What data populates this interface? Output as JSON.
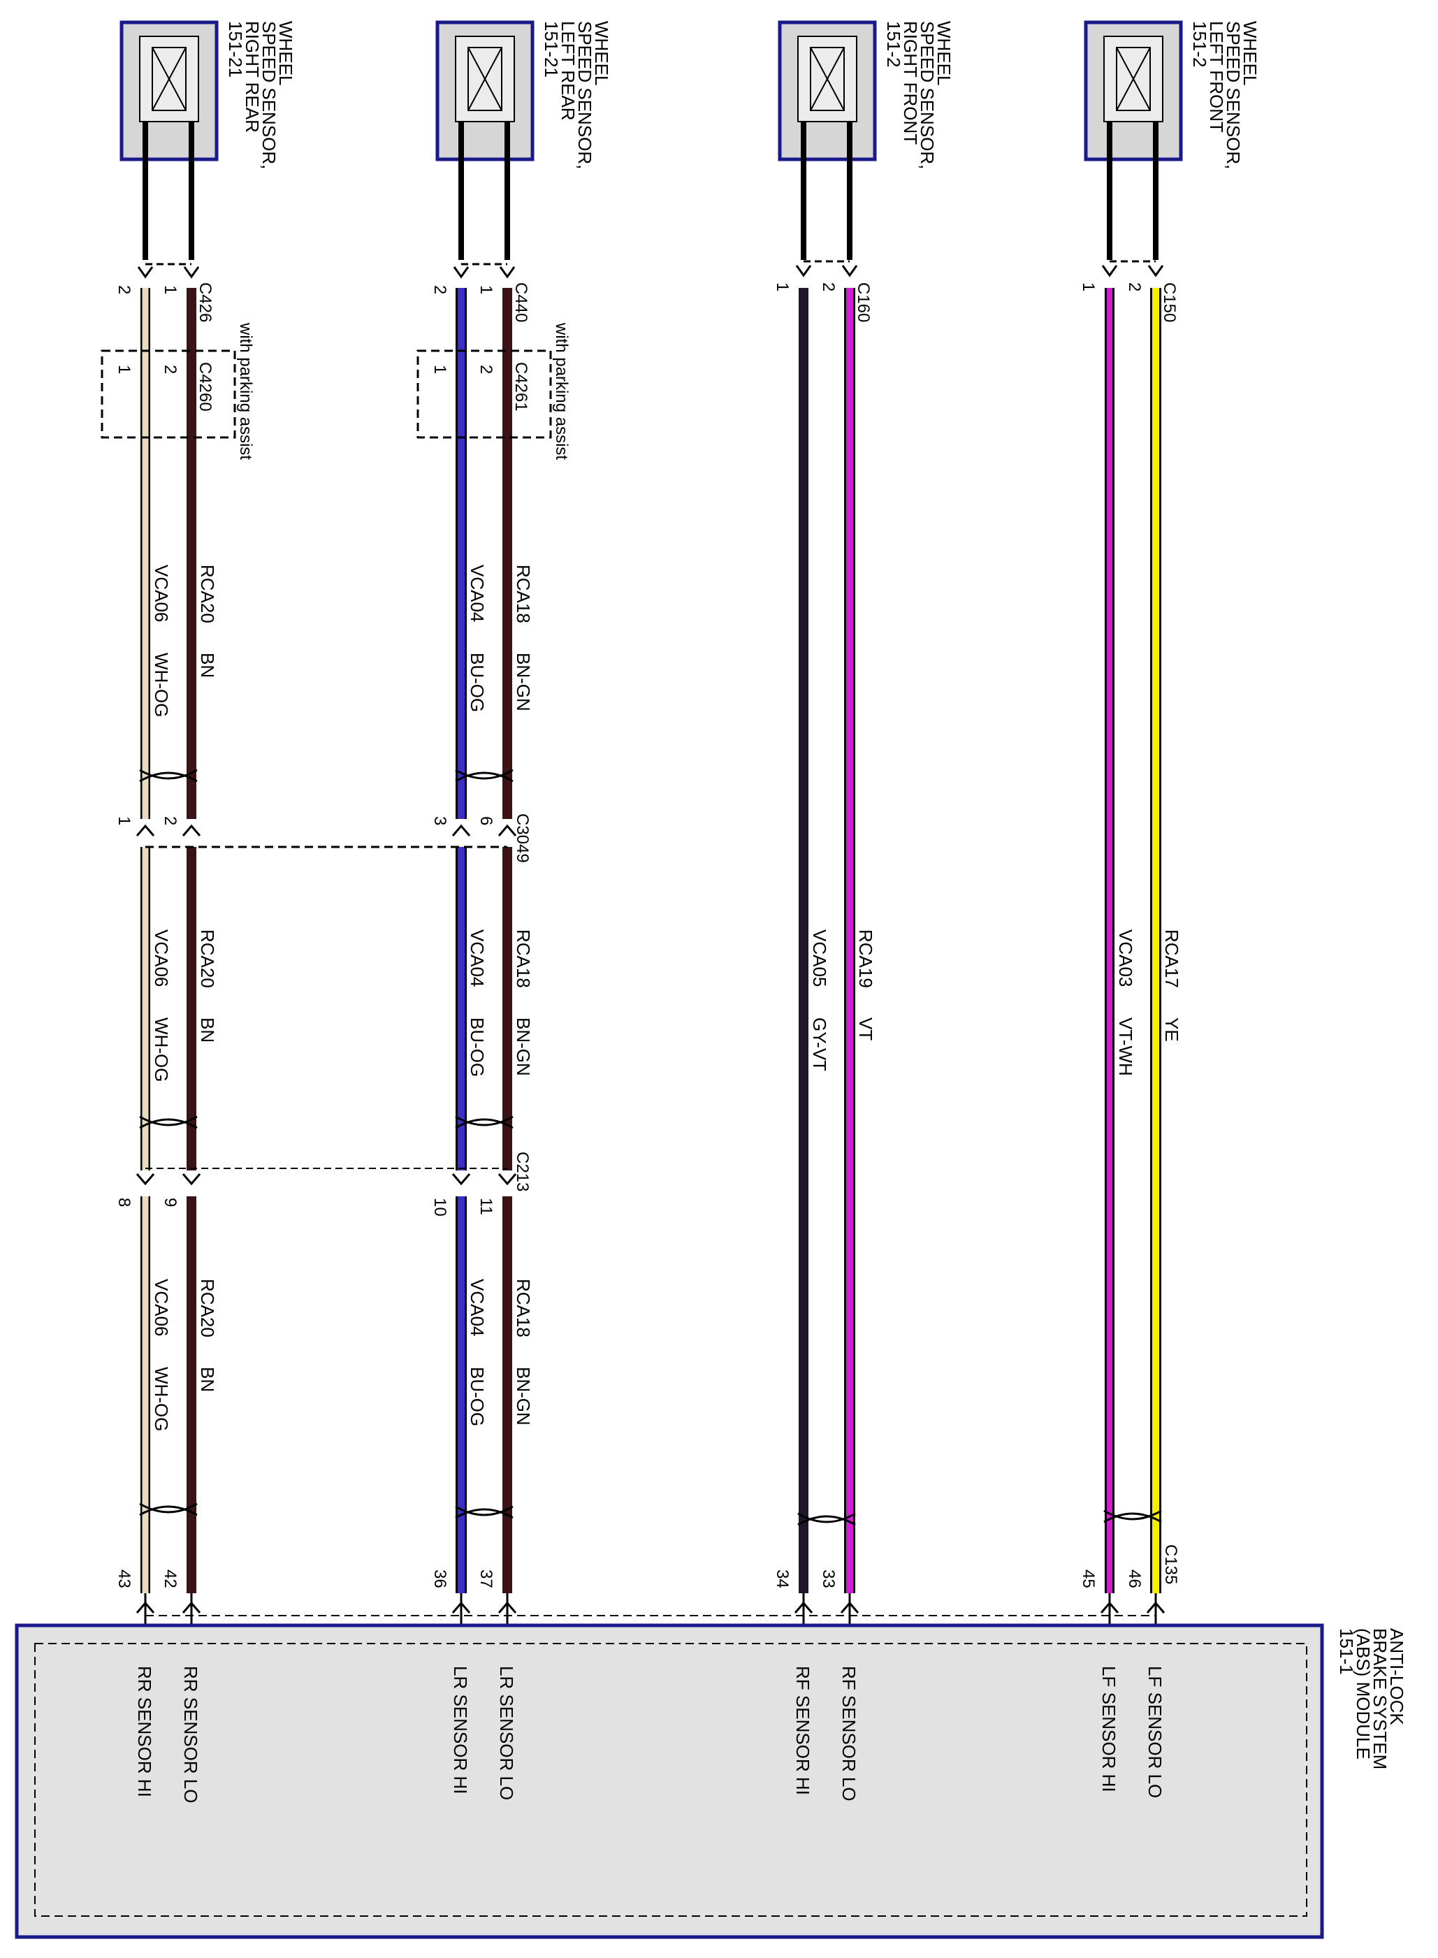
{
  "sensors": [
    {
      "lines": [
        "WHEEL",
        "SPEED SENSOR,",
        "RIGHT REAR",
        "151-21"
      ]
    },
    {
      "lines": [
        "WHEEL",
        "SPEED SENSOR,",
        "LEFT REAR",
        "151-21"
      ]
    },
    {
      "lines": [
        "WHEEL",
        "SPEED SENSOR,",
        "RIGHT FRONT",
        "151-2"
      ]
    },
    {
      "lines": [
        "WHEEL",
        "SPEED SENSOR,",
        "LEFT FRONT",
        "151-2"
      ]
    }
  ],
  "sensor_connectors": [
    "C426",
    "C440",
    "C160",
    "C150"
  ],
  "sensor_pins": [
    [
      "2",
      "1"
    ],
    [
      "2",
      "1"
    ],
    [
      "1",
      "2"
    ],
    [
      "1",
      "2"
    ]
  ],
  "parking_assist": [
    {
      "connector": "C4260",
      "note": "with parking assist",
      "pins": [
        "2",
        "1"
      ]
    },
    {
      "connector": "C4261",
      "note": "with parking assist",
      "pins": [
        "2",
        "1"
      ]
    }
  ],
  "wire_labels": {
    "rr_seg1": [
      "RCA20",
      "BN",
      "VCA06",
      "WH-OG"
    ],
    "lr_seg1": [
      "RCA18",
      "BN-GN",
      "VCA04",
      "BU-OG"
    ],
    "rr_seg2": [
      "RCA20",
      "BN",
      "VCA06",
      "WH-OG"
    ],
    "lr_seg2": [
      "RCA18",
      "BN-GN",
      "VCA04",
      "BU-OG"
    ],
    "rf": [
      "RCA19",
      "VT",
      "VCA05",
      "GY-VT"
    ],
    "lf": [
      "RCA17",
      "YE",
      "VCA03",
      "VT-WH"
    ],
    "rr_seg3": [
      "RCA20",
      "BN",
      "VCA06",
      "WH-OG"
    ],
    "lr_seg3": [
      "RCA18",
      "BN-GN",
      "VCA04",
      "BU-OG"
    ]
  },
  "inline_connectors": {
    "c3049": {
      "name": "C3049",
      "pins": [
        "2",
        "1",
        "6",
        "3"
      ]
    },
    "c213": {
      "name": "C213",
      "pins": [
        "9",
        "8",
        "11",
        "10"
      ]
    }
  },
  "module": {
    "connector": "C135",
    "pins": [
      "42",
      "43",
      "37",
      "36",
      "33",
      "34",
      "46",
      "45"
    ],
    "name_lines": [
      "ANTI-LOCK",
      "BRAKE SYSTEM",
      "(ABS) MODULE",
      "151-1"
    ],
    "signals": [
      "RR SENSOR LO",
      "RR SENSOR HI",
      "LR SENSOR LO",
      "LR SENSOR HI",
      "RF SENSOR LO",
      "RF SENSOR HI",
      "LF SENSOR LO",
      "LF SENSOR HI"
    ]
  },
  "colors": {
    "brown": "#3a1414",
    "wh_og": "#e8dcc0",
    "bu_og": "#3a2fc8",
    "violet": "#d21ed2",
    "gy_vt": "#20182a",
    "yellow": "#f5f000",
    "box_border": "#1a1a8a",
    "module_fill": "#e2e2e2"
  }
}
